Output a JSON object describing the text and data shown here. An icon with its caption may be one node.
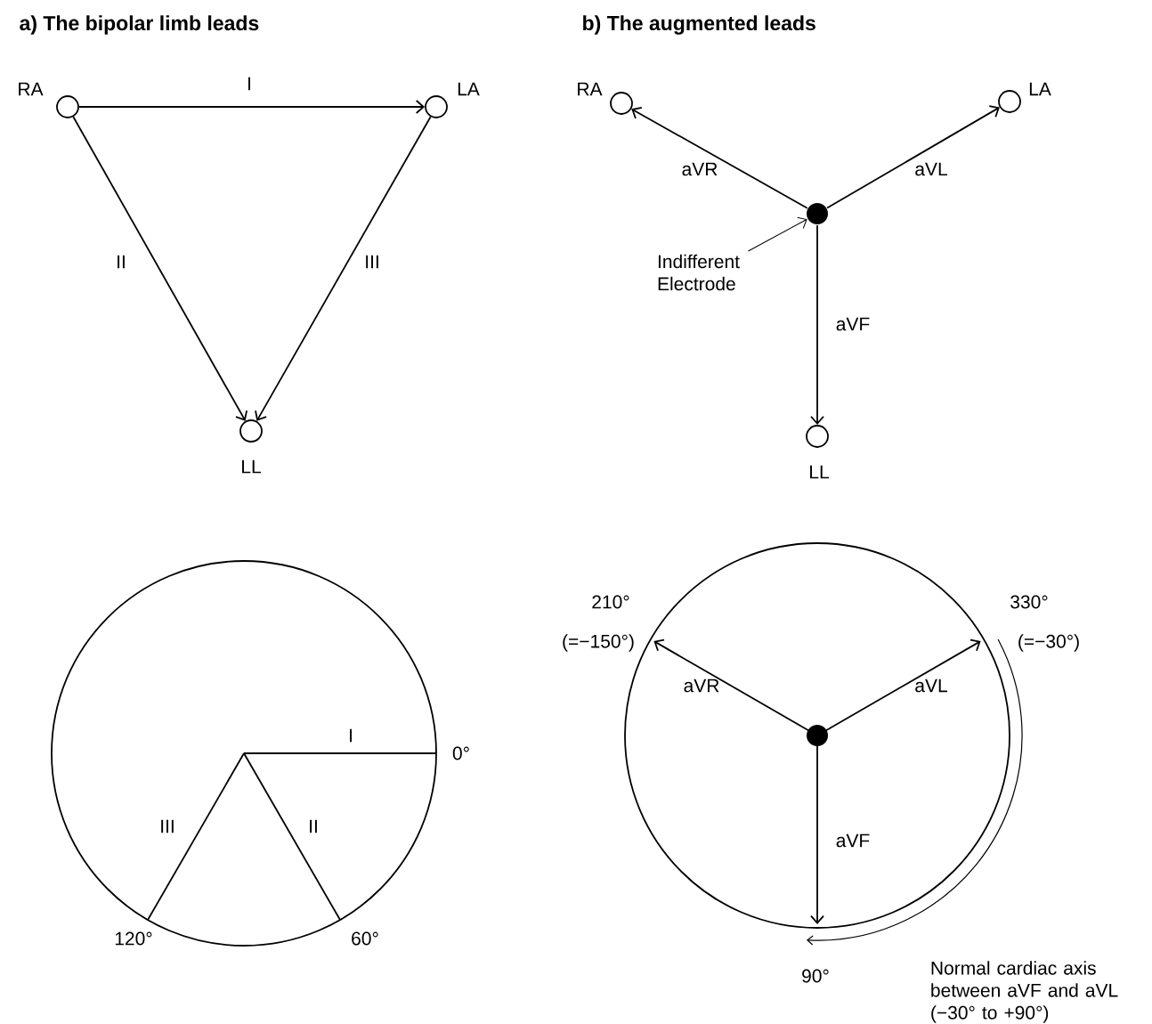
{
  "diagram": {
    "nodes": [
      {
        "text": [
          "RA"
        ]
      },
      {
        "text": [
          "LA"
        ]
      },
      {
        "text": [
          "LL"
        ]
      },
      {
        "text": [
          "RA"
        ]
      },
      {
        "text": [
          "LA"
        ]
      },
      {
        "text": [],
        "shape": "circle"
      },
      {
        "text": [
          "Indifferent Electrode"
        ]
      },
      {
        "text": [
          "LL"
        ]
      },
      {
        "text": [],
        "shape": "circle"
      }
    ],
    "edges": [
      {
        "from": 0,
        "to": 1,
        "arrow": "to",
        "label": "I"
      },
      {
        "from": 0,
        "to": 2,
        "arrow": "to",
        "label": "II"
      },
      {
        "from": 1,
        "to": 2,
        "arrow": "to",
        "label": "III"
      },
      {
        "from": 5,
        "to": 3,
        "arrow": "to",
        "label": "aVR"
      },
      {
        "from": 5,
        "to": 4,
        "arrow": "to",
        "label": "aVL"
      },
      {
        "from": 6,
        "to": 5,
        "arrow": "to"
      },
      {
        "from": 5,
        "to": 7,
        "arrow": "to",
        "label": "aVF"
      }
    ],
    "labels": [
      "a) The bipolar limb leads",
      "b) The augmented leads",
      "I",
      "0°",
      "III",
      "II",
      "120°",
      "60°",
      "210°",
      "(=−150°)",
      "330°",
      "(=−30°)",
      "aVR",
      "aVL",
      "aVF",
      "90°",
      "Normal cardiac axis between aVF and aVL (−30° to +90°)"
    ]
  }
}
